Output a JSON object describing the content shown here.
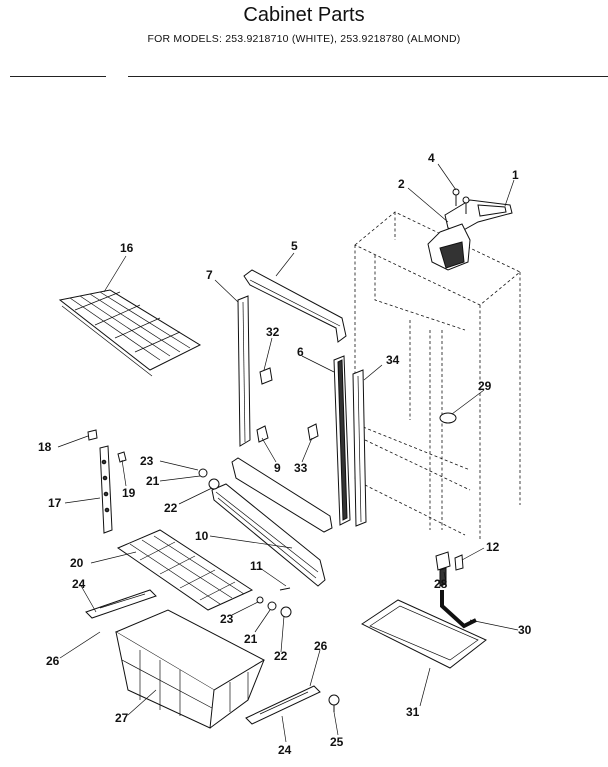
{
  "header": {
    "title": "Cabinet Parts",
    "subtitle": "FOR MODELS:  253.9218710 (WHITE), 253.9218780 (ALMOND)"
  },
  "callouts": {
    "c1": "1",
    "c2": "2",
    "c4": "4",
    "c5": "5",
    "c6": "6",
    "c7": "7",
    "c9": "9",
    "c10": "10",
    "c11": "11",
    "c12": "12",
    "c16": "16",
    "c17": "17",
    "c18": "18",
    "c19": "19",
    "c20": "20",
    "c21a": "21",
    "c21b": "21",
    "c22a": "22",
    "c22b": "22",
    "c23a": "23",
    "c23b": "23",
    "c24a": "24",
    "c24b": "24",
    "c25": "25",
    "c26a": "26",
    "c26b": "26",
    "c27": "27",
    "c28": "28",
    "c29": "29",
    "c30": "30",
    "c31": "31",
    "c32": "32",
    "c33": "33",
    "c34": "34"
  }
}
